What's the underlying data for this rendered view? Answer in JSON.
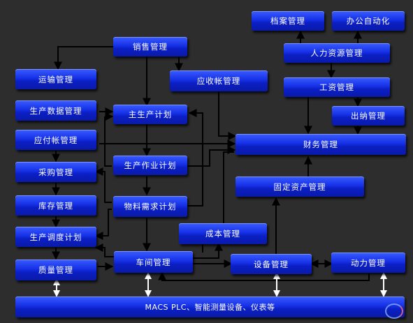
{
  "diagram": {
    "nodes": {
      "archive": "档案管理",
      "office_automation": "办公自动化",
      "sales": "销售管理",
      "hr": "人力资源管理",
      "transport": "运输管理",
      "receivables": "应收帐管理",
      "payroll": "工资管理",
      "production_data": "生产数据管理",
      "master_plan": "主生产计划",
      "cashier": "出纳管理",
      "payables": "应付帐管理",
      "finance": "财务管理",
      "purchasing": "采购管理",
      "production_plan": "生产作业计划",
      "fixed_assets": "固定资产管理",
      "inventory": "库存管理",
      "material_requirements": "物料需求计划",
      "cost": "成本管理",
      "scheduling": "生产调度计划",
      "workshop": "车间管理",
      "equipment": "设备管理",
      "power": "动力管理",
      "quality": "质量管理",
      "bottom_bar": "MACS  PLC、智能测量设备、仪表等"
    }
  }
}
